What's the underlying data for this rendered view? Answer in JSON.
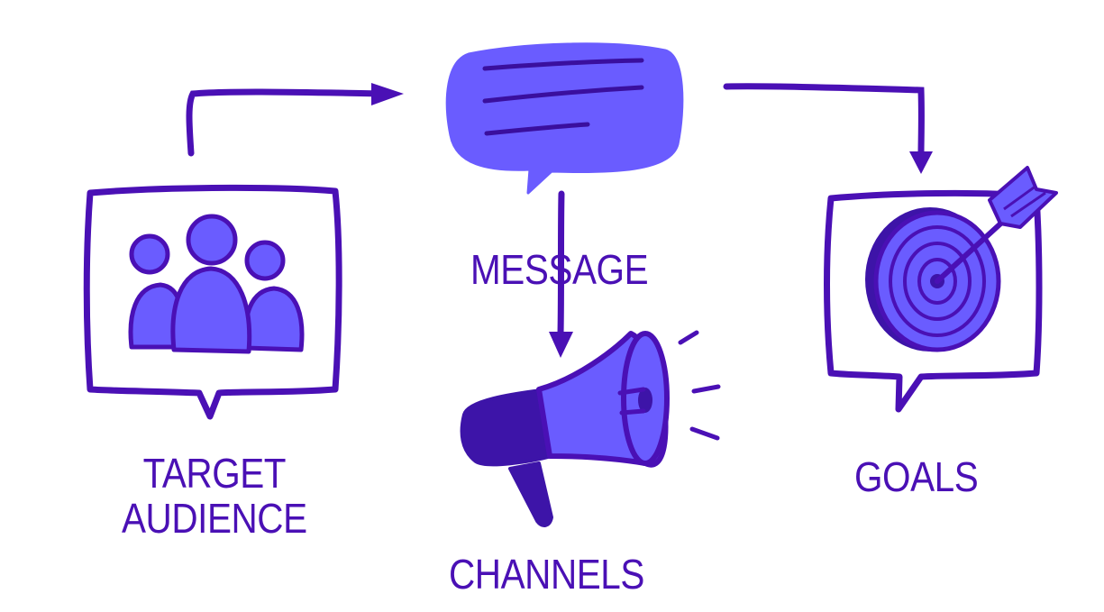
{
  "colors": {
    "outline": "#4a10b5",
    "fill": "#6a5cff",
    "fill_dark": "#3d14a8",
    "background": "#ffffff"
  },
  "nodes": {
    "target_audience": {
      "line1": "TARGET",
      "line2": "AUDIENCE",
      "icon": "people-group-icon"
    },
    "message": {
      "label": "MESSAGE",
      "icon": "speech-bubble-icon"
    },
    "channels": {
      "label": "CHANNELS",
      "icon": "megaphone-icon"
    },
    "goals": {
      "label": "GOALS",
      "icon": "target-arrow-icon"
    }
  },
  "edges": [
    {
      "from": "target_audience",
      "to": "message"
    },
    {
      "from": "message",
      "to": "goals"
    },
    {
      "from": "message",
      "to": "channels"
    }
  ]
}
